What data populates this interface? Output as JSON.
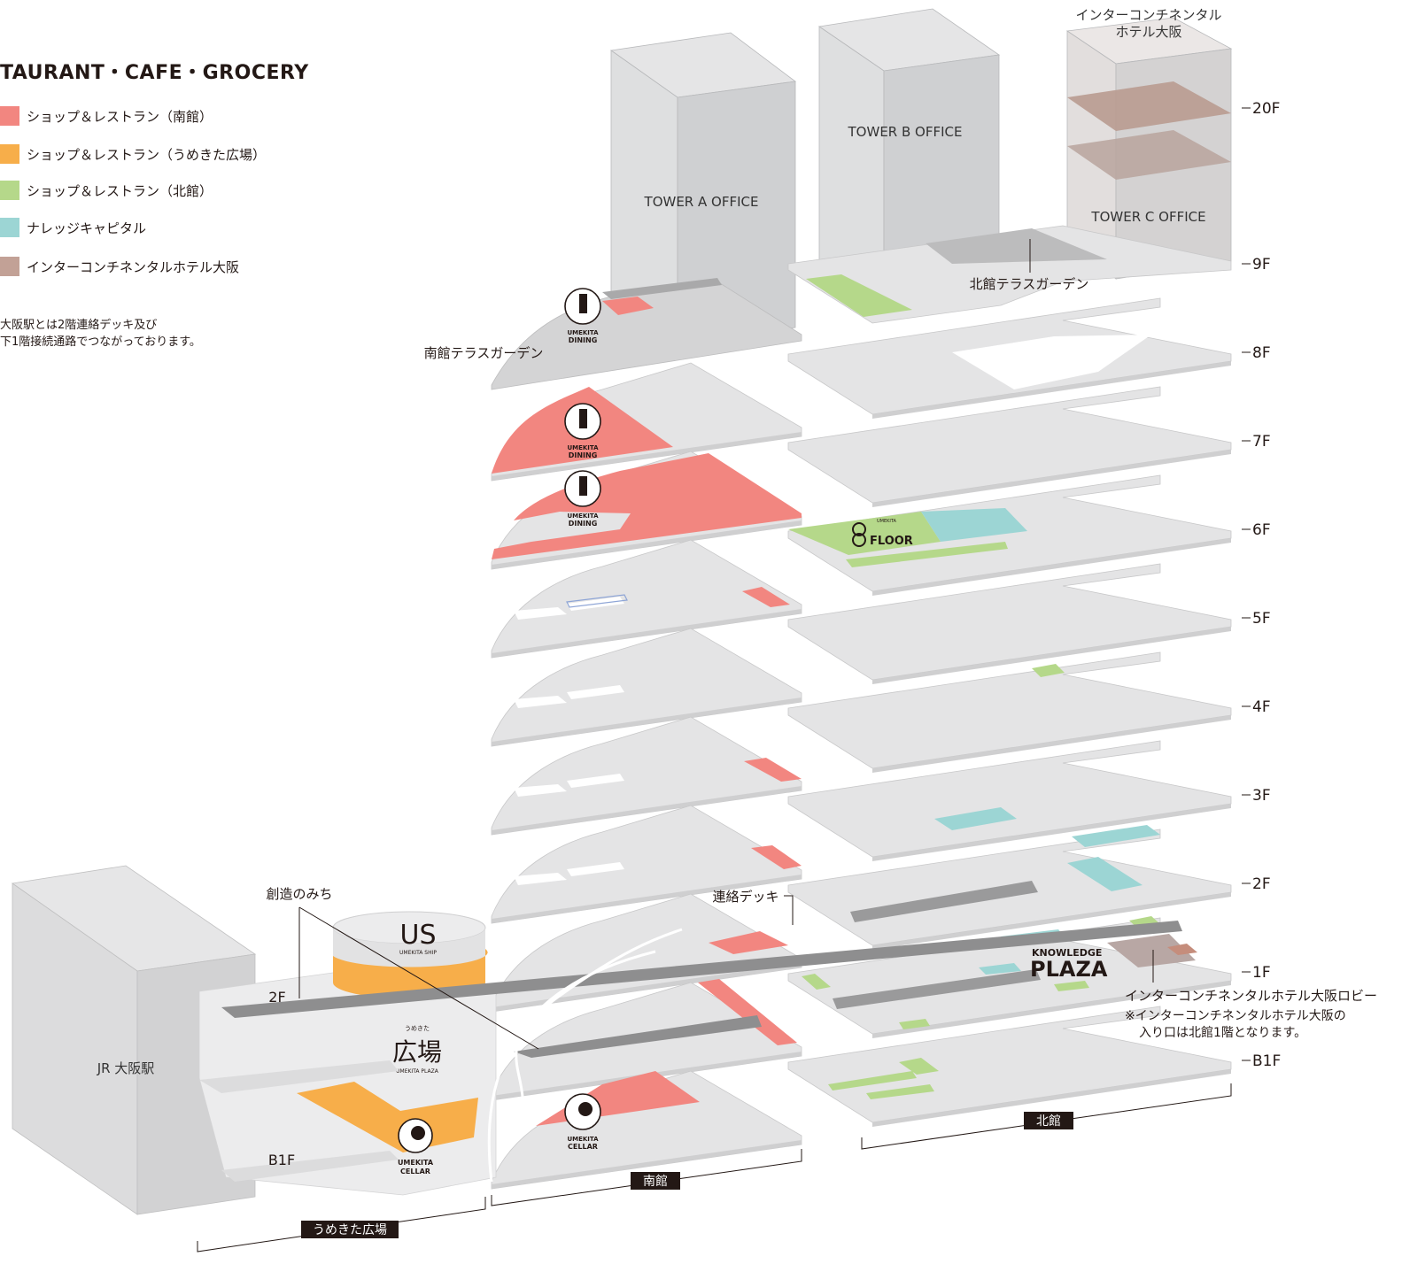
{
  "legend": {
    "title": "TAURANT・CAFE・GROCERY",
    "items": [
      {
        "label": "ショップ＆レストラン（南館）",
        "color": "#f28680"
      },
      {
        "label": "ショップ＆レストラン（うめきた広場）",
        "color": "#f7ae4a"
      },
      {
        "label": "ショップ＆レストラン（北館）",
        "color": "#b5d88a"
      },
      {
        "label": "ナレッジキャピタル",
        "color": "#9cd5d4"
      },
      {
        "label": "インターコンチネンタルホテル大阪",
        "color": "#c2a196"
      }
    ],
    "note": [
      "大阪駅とは2階連絡デッキ及び",
      "下1階接続通路でつながっております。"
    ]
  },
  "towers": {
    "a": "TOWER A OFFICE",
    "b": "TOWER B OFFICE",
    "c": "TOWER C OFFICE",
    "hotel": [
      "インターコンチネンタル",
      "ホテル大阪"
    ]
  },
  "floors": [
    "20F",
    "9F",
    "8F",
    "7F",
    "6F",
    "5F",
    "4F",
    "3F",
    "2F",
    "1F",
    "B1F"
  ],
  "annotations": {
    "north_terrace": "北館テラスガーデン",
    "south_terrace": "南館テラスガーデン",
    "souzou": "創造のみち",
    "deck": "連絡デッキ",
    "hotel_lobby": "インターコンチネンタルホテル大阪ロビー",
    "hotel_note": [
      "※インターコンチネンタルホテル大阪の",
      "入り口は北館1階となります。"
    ],
    "jr_osaka": "JR 大阪駅",
    "plaza_2f": "2F",
    "plaza_b1f": "B1F"
  },
  "logos": {
    "dining": [
      "UMEKITA",
      "DINING"
    ],
    "cellar": [
      "UMEKITA",
      "CELLAR"
    ],
    "us_mark": "US",
    "us_sub": "UMEKITA SHIP",
    "hiroba": "広場",
    "hiroba_kana": "うめきた",
    "hiroba_sub": "UMEKITA PLAZA",
    "floor": "FLOOR",
    "floor_kana": "UMEKITA",
    "knowledge": "KNOWLEDGE",
    "plaza": "PLAZA"
  },
  "buildings": {
    "north": "北館",
    "south": "南館",
    "plaza": "うめきた広場"
  }
}
